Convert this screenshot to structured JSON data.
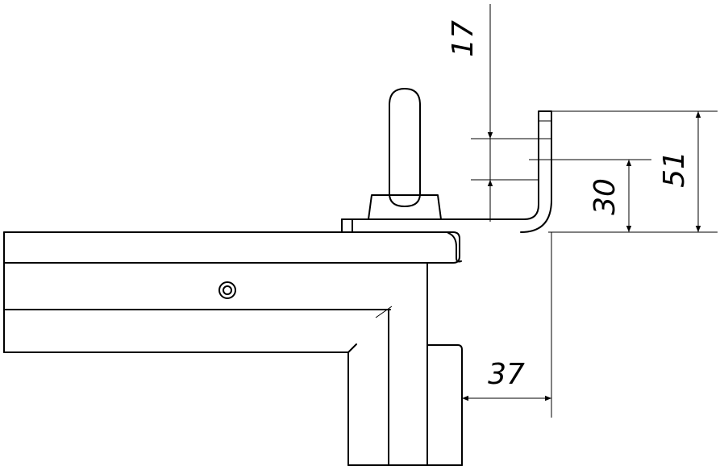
{
  "dimensions": {
    "top_offset": "17",
    "bracket_height": "30",
    "total_height": "51",
    "side_offset": "37"
  }
}
